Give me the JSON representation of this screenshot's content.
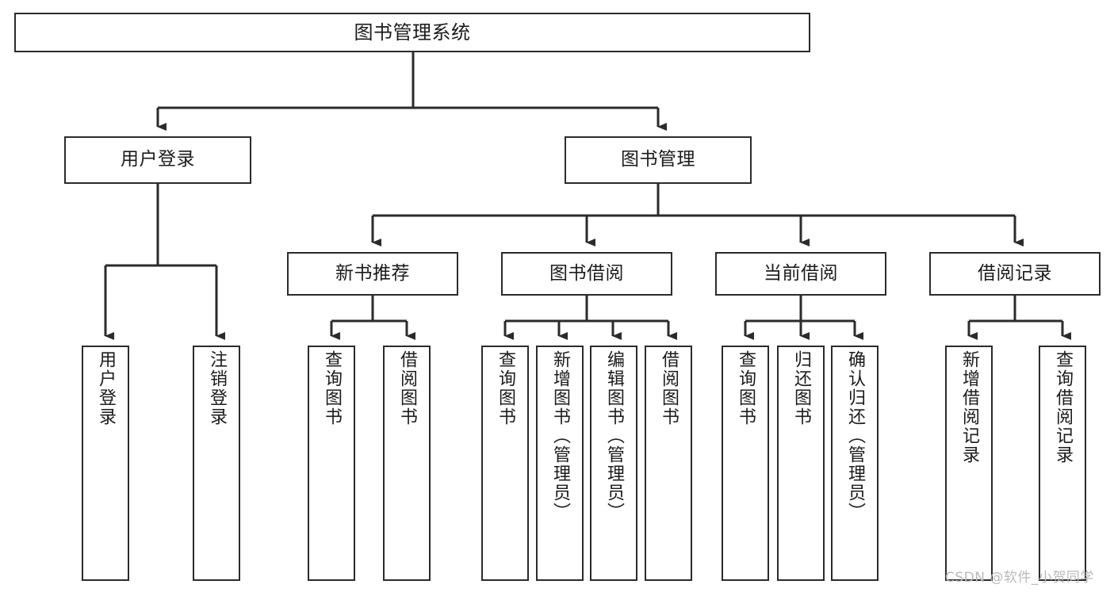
{
  "diagram": {
    "type": "tree-hierarchy-chart",
    "title": "图书管理系统",
    "orientation": "top-down",
    "colors": {
      "box_border": "#2b2b2b",
      "box_fill": "#ffffff",
      "edge": "#2b2b2b",
      "text": "#1b1b1b",
      "watermark": "#b9b9b9",
      "background": "#ffffff"
    }
  },
  "nodes": {
    "root": {
      "label": "图书管理系统",
      "level": 1
    },
    "level2": [
      {
        "id": "user-login",
        "label": "用户登录"
      },
      {
        "id": "book-management",
        "label": "图书管理"
      }
    ],
    "level3": [
      {
        "id": "new-book-recommend",
        "label": "新书推荐",
        "parent": "book-management"
      },
      {
        "id": "book-borrow",
        "label": "图书借阅",
        "parent": "book-management"
      },
      {
        "id": "current-borrow",
        "label": "当前借阅",
        "parent": "book-management"
      },
      {
        "id": "borrow-record",
        "label": "借阅记录",
        "parent": "book-management"
      }
    ],
    "leaves": {
      "user-login": [
        {
          "id": "leaf-user-login",
          "label": "用户登录"
        },
        {
          "id": "leaf-logout",
          "label": "注销登录"
        }
      ],
      "new-book-recommend": [
        {
          "id": "leaf-query-book-1",
          "label": "查询图书"
        },
        {
          "id": "leaf-borrow-book-1",
          "label": "借阅图书"
        }
      ],
      "book-borrow": [
        {
          "id": "leaf-query-book-2",
          "label": "查询图书"
        },
        {
          "id": "leaf-add-book",
          "label": "新增图书（管理员）"
        },
        {
          "id": "leaf-edit-book",
          "label": "编辑图书（管理员）"
        },
        {
          "id": "leaf-borrow-book-2",
          "label": "借阅图书"
        }
      ],
      "current-borrow": [
        {
          "id": "leaf-query-book-3",
          "label": "查询图书"
        },
        {
          "id": "leaf-return-book",
          "label": "归还图书"
        },
        {
          "id": "leaf-confirm-return",
          "label": "确认归还（管理员）"
        }
      ],
      "borrow-record": [
        {
          "id": "leaf-add-record",
          "label": "新增借阅记录"
        },
        {
          "id": "leaf-query-record",
          "label": "查询借阅记录"
        }
      ]
    }
  },
  "watermark": {
    "text": "CSDN @软件_小贺同学"
  }
}
